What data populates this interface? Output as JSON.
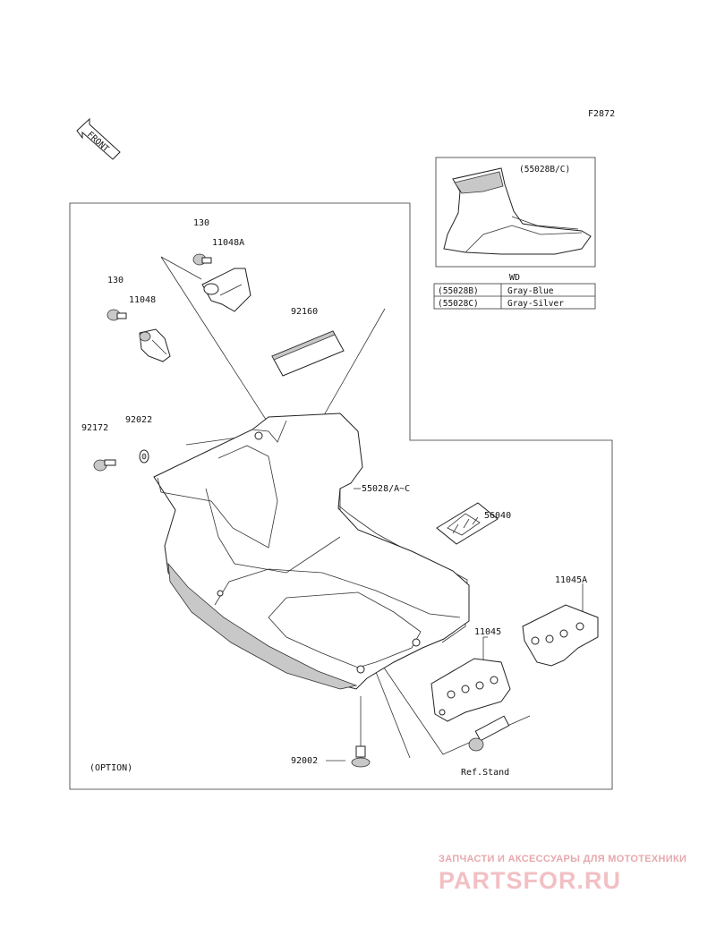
{
  "figure_code": "F2872",
  "front_arrow_label": "FRONT",
  "callouts": {
    "p130_a": "130",
    "p11048A": "11048A",
    "p130_b": "130",
    "p11048": "11048",
    "p92160": "92160",
    "p92172": "92172",
    "p92022": "92022",
    "p55028": "55028/A~C",
    "p56040": "56040",
    "p11045A": "11045A",
    "p11045": "11045",
    "p92002": "92002",
    "ref_stand": "Ref.Stand",
    "option": "(OPTION)"
  },
  "inset": {
    "label": "(55028B/C)"
  },
  "variant_table": {
    "header": "WD",
    "rows": [
      {
        "code": "(55028B)",
        "color": "Gray-Blue"
      },
      {
        "code": "(55028C)",
        "color": "Gray-Silver"
      }
    ]
  },
  "watermark": {
    "tagline": "ЗАПЧАСТИ И АКСЕССУАРЫ ДЛЯ МОТОТЕХНИКИ",
    "brand": "PARTSFOR.RU"
  },
  "colors": {
    "line": "#222222",
    "watermark": "#e7a8ad"
  }
}
